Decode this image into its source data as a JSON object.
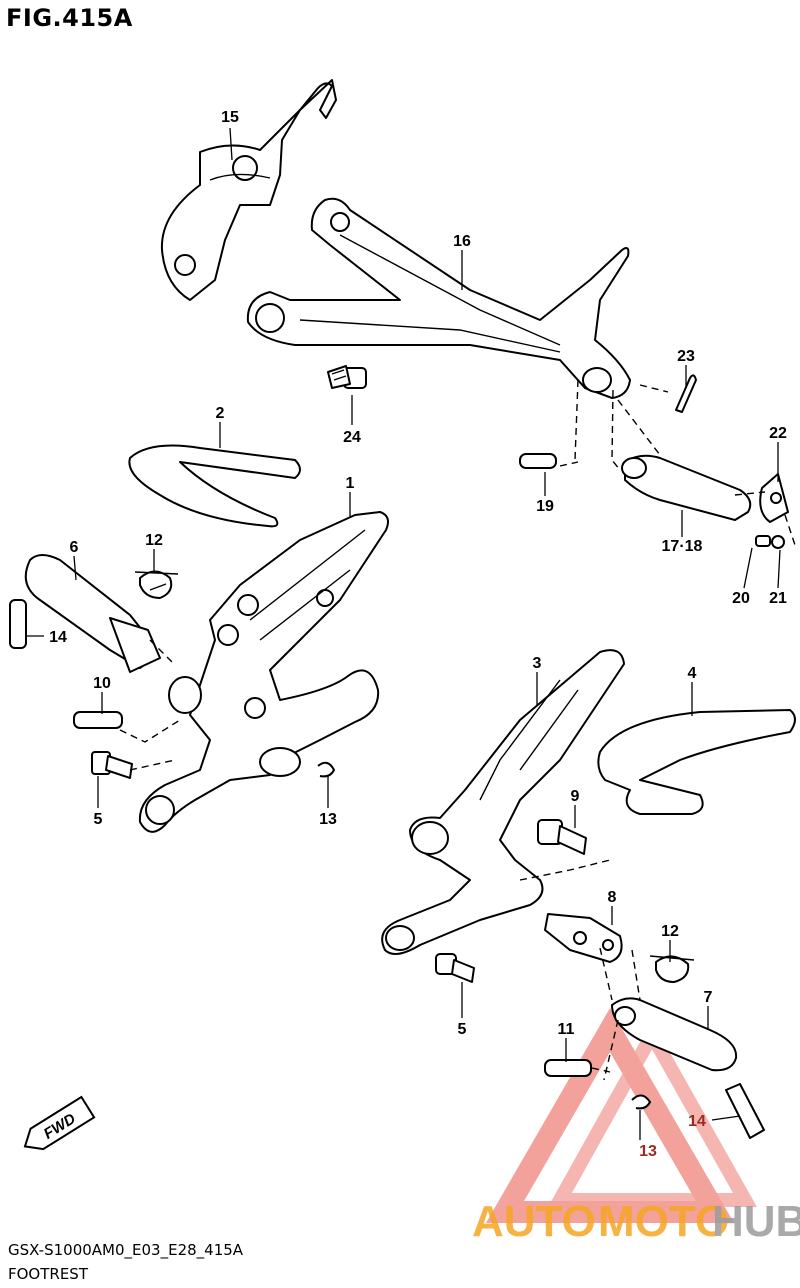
{
  "figure": {
    "title": "FIG.415A",
    "code": "GSX-S1000AM0_E03_E28_415A",
    "caption": "FOOTREST"
  },
  "fwd_badge": {
    "label": "FWD"
  },
  "callouts": [
    {
      "id": "c15",
      "label": "15"
    },
    {
      "id": "c16",
      "label": "16"
    },
    {
      "id": "c23",
      "label": "23"
    },
    {
      "id": "c24",
      "label": "24"
    },
    {
      "id": "c2",
      "label": "2"
    },
    {
      "id": "c22",
      "label": "22"
    },
    {
      "id": "c19",
      "label": "19"
    },
    {
      "id": "c1",
      "label": "1"
    },
    {
      "id": "c1718",
      "label": "17·18"
    },
    {
      "id": "c6",
      "label": "6"
    },
    {
      "id": "c12a",
      "label": "12"
    },
    {
      "id": "c20",
      "label": "20"
    },
    {
      "id": "c21",
      "label": "21"
    },
    {
      "id": "c14a",
      "label": "14"
    },
    {
      "id": "c3",
      "label": "3"
    },
    {
      "id": "c4",
      "label": "4"
    },
    {
      "id": "c10",
      "label": "10"
    },
    {
      "id": "c9",
      "label": "9"
    },
    {
      "id": "c5a",
      "label": "5"
    },
    {
      "id": "c13a",
      "label": "13"
    },
    {
      "id": "c8",
      "label": "8"
    },
    {
      "id": "c12b",
      "label": "12"
    },
    {
      "id": "c7",
      "label": "7"
    },
    {
      "id": "c5b",
      "label": "5"
    },
    {
      "id": "c11",
      "label": "11"
    },
    {
      "id": "c14b",
      "label": "14"
    },
    {
      "id": "c13b",
      "label": "13"
    }
  ],
  "watermark": {
    "auto": "AUTO",
    "moto": "MOTO",
    "hub": "HUB",
    "colors": {
      "triangle": "#e8574b",
      "auto_moto": "#f5a623",
      "hub": "#9b9b9b"
    }
  }
}
